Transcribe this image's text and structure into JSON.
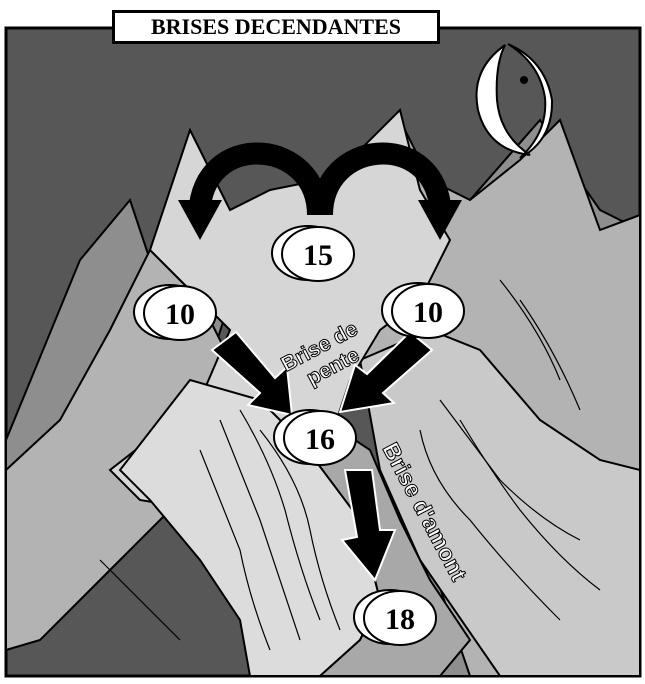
{
  "title": "BRISES DECENDANTES",
  "labels": {
    "slope_breeze_line1": "Brise de",
    "slope_breeze_line2": "pente",
    "valley_breeze": "Brise d'amont"
  },
  "temperatures": {
    "summit": "15",
    "left_slope": "10",
    "right_slope": "10",
    "valley_junction": "16",
    "valley_bottom": "18"
  },
  "icons": {
    "moon": "crescent-moon-icon",
    "arrows": "curved-arrow-icon"
  },
  "colors": {
    "sky": "#575757",
    "mountain_far": "#8e8e8e",
    "mountain_mid": "#b3b3b3",
    "mountain_near": "#d6d6d6",
    "arrow": "#000000",
    "disc": "#ffffff"
  }
}
